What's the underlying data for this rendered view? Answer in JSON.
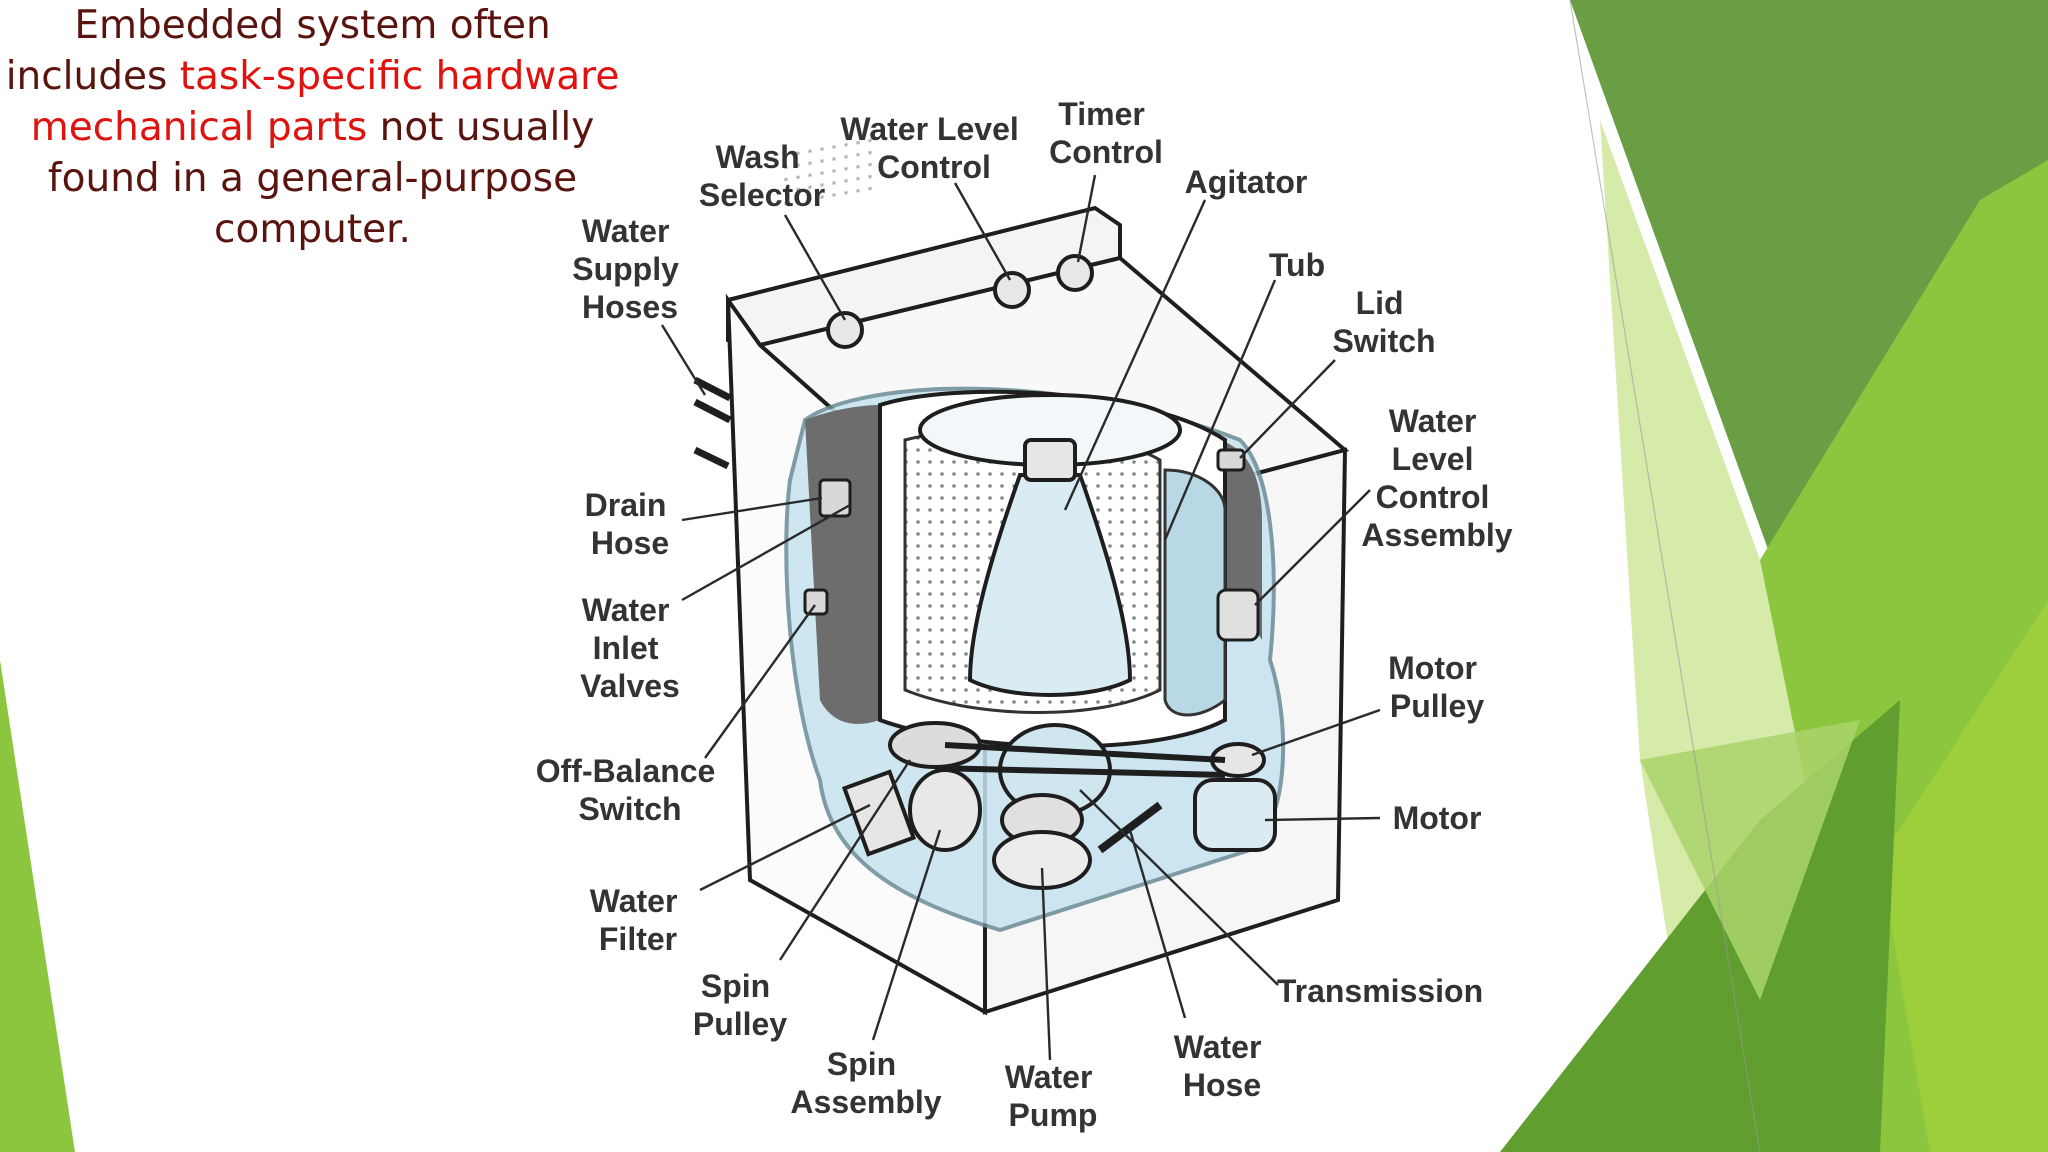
{
  "caption": {
    "line1": "Embedded system often",
    "line2_prefix": "includes ",
    "line2_highlight": "task-specific hardware",
    "line3_highlight": "mechanical parts",
    "line3_suffix": " not usually",
    "line4": "found in a general-purpose",
    "line5": "computer."
  },
  "labels": {
    "wash_selector": [
      "Wash",
      "Selector"
    ],
    "water_level_control": [
      "Water Level",
      "Control"
    ],
    "timer_control": [
      "Timer",
      "Control"
    ],
    "agitator": [
      "Agitator"
    ],
    "tub": [
      "Tub"
    ],
    "lid_switch": [
      "Lid",
      "Switch"
    ],
    "water_level_control_assembly": [
      "Water",
      "Level",
      "Control",
      "Assembly"
    ],
    "water_supply_hoses": [
      "Water",
      "Supply",
      "Hoses"
    ],
    "drain_hose": [
      "Drain",
      "Hose"
    ],
    "water_inlet_valves": [
      "Water",
      "Inlet",
      "Valves"
    ],
    "off_balance_switch": [
      "Off-Balance",
      "Switch"
    ],
    "water_filter": [
      "Water",
      "Filter"
    ],
    "spin_pulley": [
      "Spin",
      "Pulley"
    ],
    "spin_assembly": [
      "Spin",
      "Assembly"
    ],
    "water_pump": [
      "Water",
      "Pump"
    ],
    "water_hose": [
      "Water",
      "Hose"
    ],
    "transmission": [
      "Transmission"
    ],
    "motor_pulley": [
      "Motor",
      "Pulley"
    ],
    "motor": [
      "Motor"
    ]
  },
  "colors": {
    "caption_text": "#5a1410",
    "caption_highlight": "#e0120f",
    "green_light": "#c8e08e",
    "green_mid": "#8cc63f",
    "green_dark": "#5f9e2f",
    "water_tint": "#bfe0ee"
  }
}
